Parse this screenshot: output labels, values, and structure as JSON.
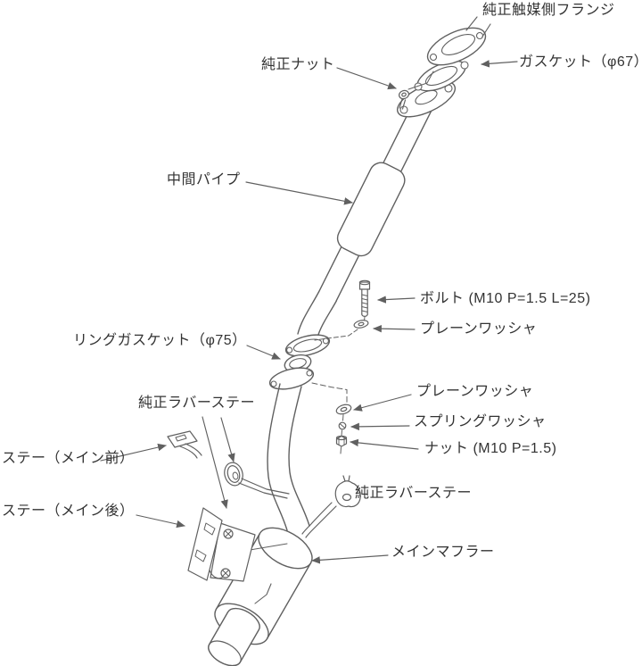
{
  "colors": {
    "background": "#ffffff",
    "line": "#606060",
    "text": "#333333"
  },
  "diagram": {
    "type": "exhaust-system-exploded-parts-diagram",
    "labels": {
      "cat_flange": "純正触媒側フランジ",
      "oem_nut": "純正ナット",
      "gasket_67": "ガスケット（φ67）",
      "mid_pipe": "中間パイプ",
      "bolt_m10": "ボルト (M10 P=1.5 L=25)",
      "plain_washer_top": "プレーンワッシャ",
      "ring_gasket_75": "リングガスケット（φ75）",
      "plain_washer_mid": "プレーンワッシャ",
      "spring_washer": "スプリングワッシャ",
      "nut_m10": "ナット (M10 P=1.5)",
      "oem_rubber_stay_front": "純正ラバーステー",
      "stay_main_front": "ステー（メイン前）",
      "stay_main_rear": "ステー（メイン後）",
      "oem_rubber_stay_rear": "純正ラバーステー",
      "main_muffler": "メインマフラー"
    }
  }
}
